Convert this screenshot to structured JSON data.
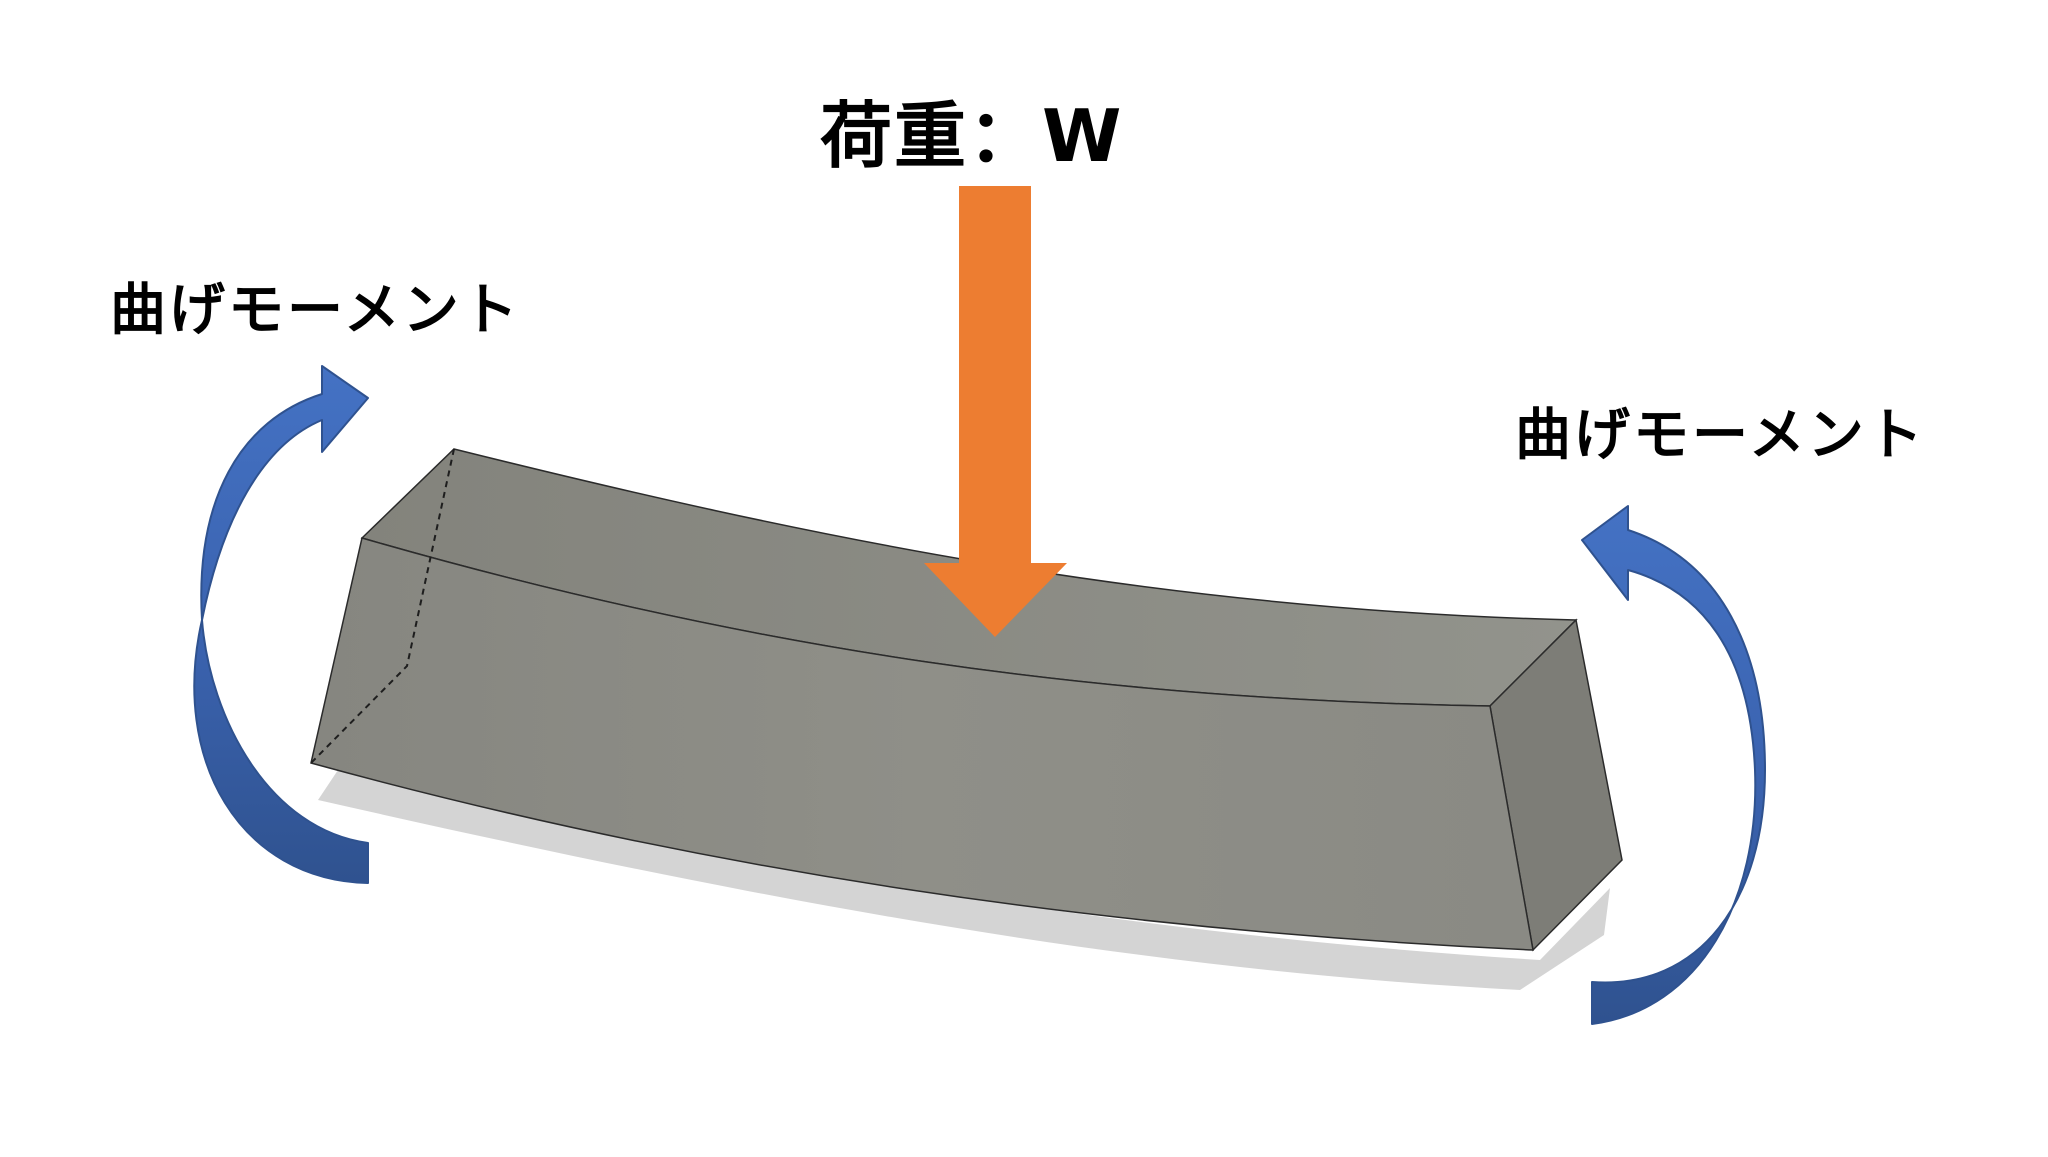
{
  "labels": {
    "load": "荷重：W",
    "moment_left": "曲げモーメント",
    "moment_right": "曲げモーメント"
  },
  "colors": {
    "load_arrow": "#ED7D31",
    "moment_arrow": "#4472C4",
    "moment_arrow_dark": "#2F528F",
    "beam_front": "#8C8C84",
    "beam_top": "#8E8F88",
    "beam_end": "#7C7C76",
    "shadow": "#D4D4D4",
    "text": "#000000"
  },
  "icons": {
    "load": "down-arrow",
    "moment_left": "curved-arrow-counterclockwise",
    "moment_right": "curved-arrow-clockwise"
  }
}
